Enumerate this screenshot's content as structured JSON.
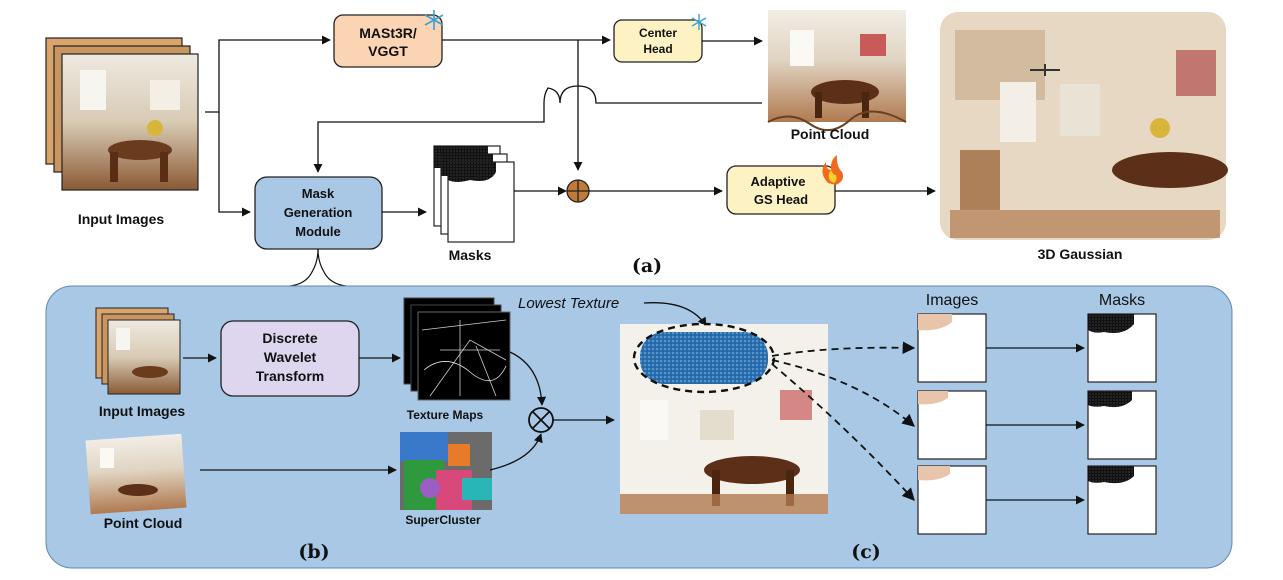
{
  "panel_a": {
    "label": "(a)",
    "input_images": "Input Images",
    "backbone": [
      "MASt3R/",
      "VGGT"
    ],
    "center_head": [
      "Center",
      "Head"
    ],
    "point_cloud": "Point Cloud",
    "mask_module": [
      "Mask",
      "Generation",
      "Module"
    ],
    "masks": "Masks",
    "adaptive_head": [
      "Adaptive",
      "GS Head"
    ],
    "output": "3D Gaussian",
    "frozen_icon": "snowflake-icon",
    "trainable_icon": "fire-icon"
  },
  "panel_b": {
    "label": "(b)",
    "input_images": "Input Images",
    "dwt": [
      "Discrete",
      "Wavelet",
      "Transform"
    ],
    "texture_maps": "Texture Maps",
    "point_cloud": "Point Cloud",
    "supercluster": "SuperCluster"
  },
  "panel_c": {
    "label": "(c)",
    "lowest_texture": "Lowest Texture",
    "images_header": "Images",
    "masks_header": "Masks"
  },
  "colors": {
    "panel_bg": "#a9c8e6",
    "backbone_fill": "#fbd4b4",
    "head_fill": "#fdf2c4",
    "mask_module_fill": "#a9c8e6",
    "dwt_fill": "#ddd6ee",
    "sum_node": "#c07a3a"
  }
}
